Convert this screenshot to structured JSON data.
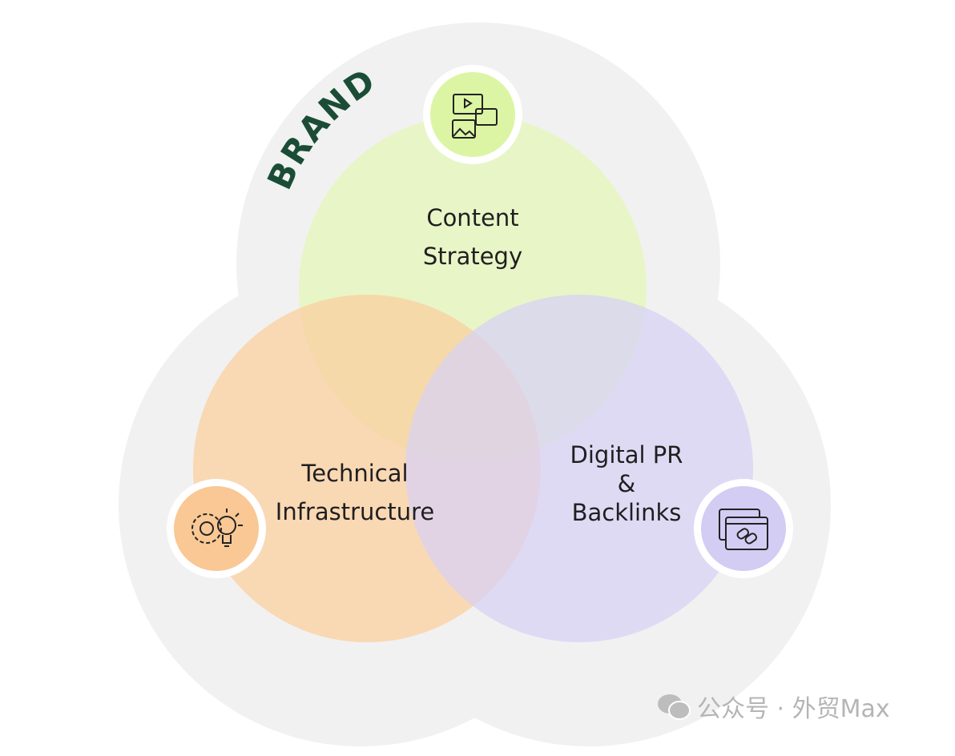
{
  "brand_label": "BRAND",
  "circles": [
    {
      "id": "content",
      "lines": [
        "Content",
        "Strategy"
      ],
      "color": "#e6f5c4",
      "icon": "media-content-icon",
      "icon_bg": "#dcf5a4"
    },
    {
      "id": "technical",
      "lines": [
        "Technical",
        "Infrastructure"
      ],
      "color": "#fbd6b0",
      "icon": "gear-lightbulb-icon",
      "icon_bg": "#f9c894"
    },
    {
      "id": "pr",
      "lines": [
        "Digital PR",
        "&",
        "Backlinks"
      ],
      "color": "#ded9f2",
      "icon": "browser-link-icon",
      "icon_bg": "#d3ccf3"
    }
  ],
  "colors": {
    "brand": "#1b4d36",
    "ring": "#f2f2f2"
  },
  "watermark": {
    "icon": "wechat-icon",
    "text": "公众号 · 外贸Max"
  }
}
